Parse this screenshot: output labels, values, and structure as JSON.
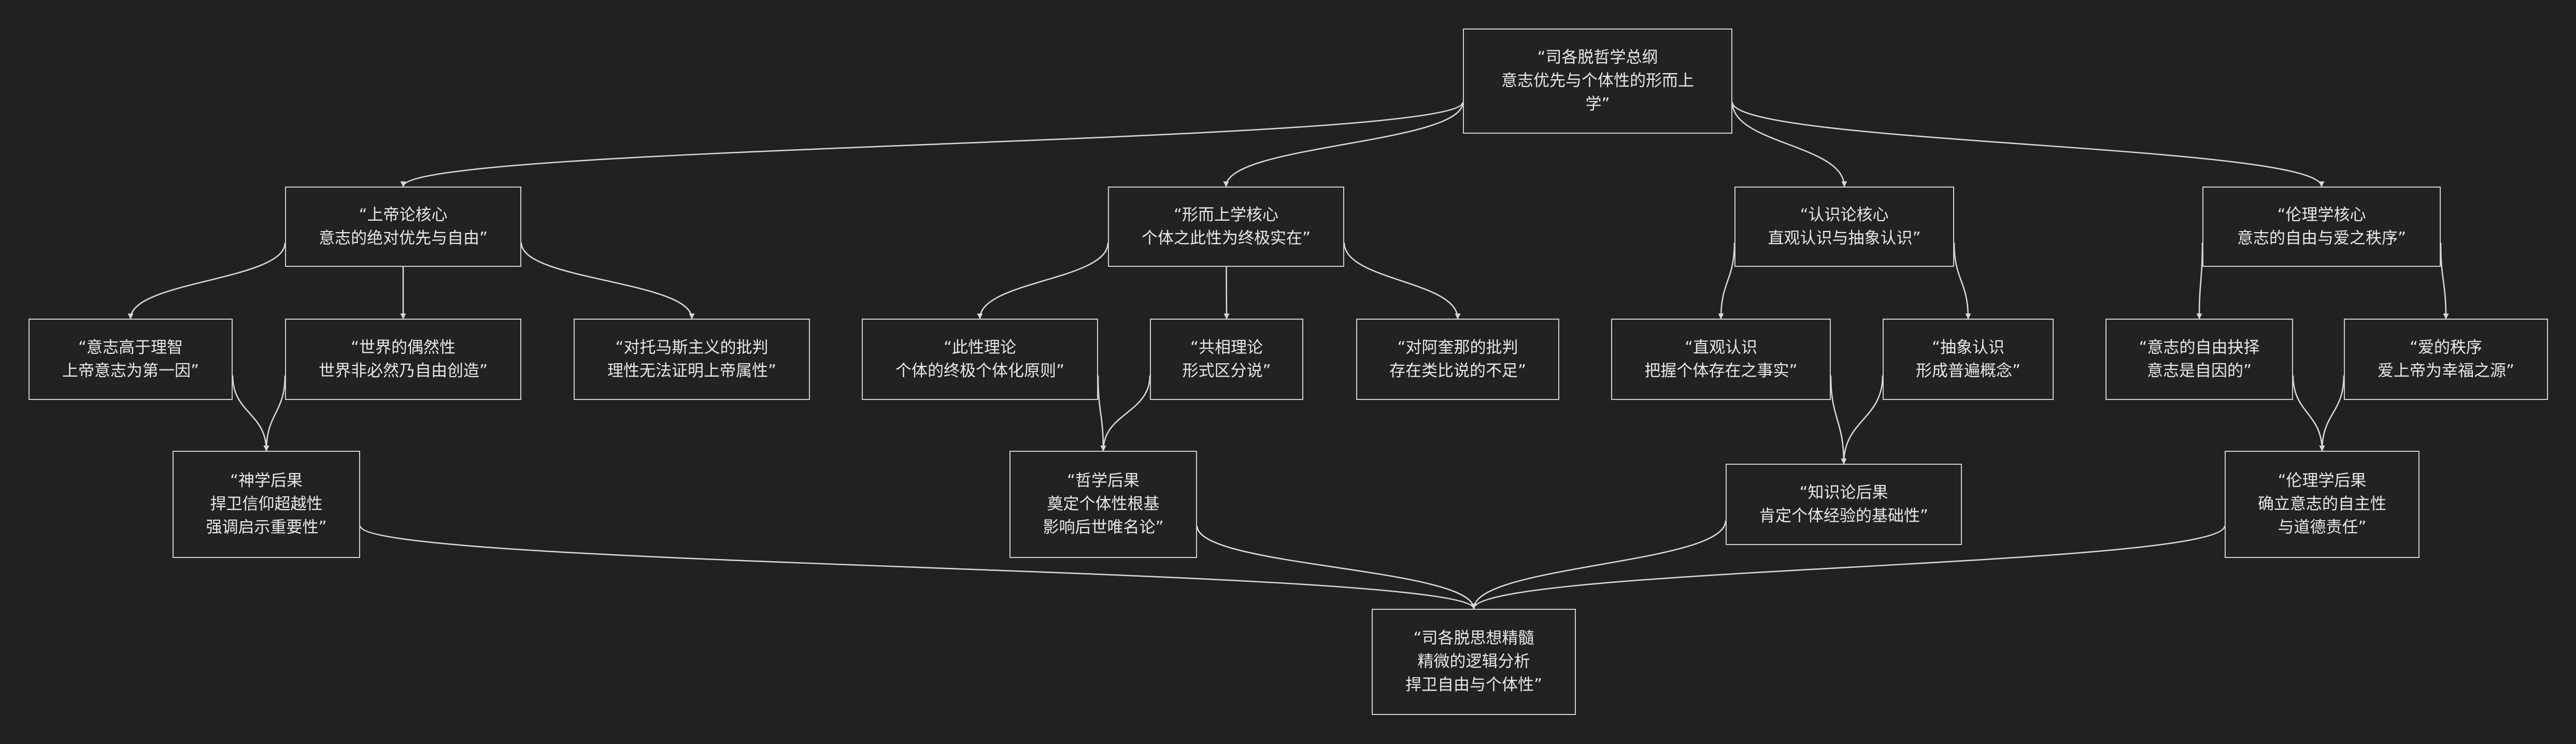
{
  "nodes": {
    "root": {
      "lines": [
        "“司各脱哲学总纲",
        "意志优先与个体性的形而上",
        "学”"
      ]
    },
    "theology_core": {
      "lines": [
        "“上帝论核心",
        "意志的绝对优先与自由”"
      ]
    },
    "metaphysics_core": {
      "lines": [
        "“形而上学核心",
        "个体之此性为终极实在”"
      ]
    },
    "epistemology_core": {
      "lines": [
        "“认识论核心",
        "直观认识与抽象认识”"
      ]
    },
    "ethics_core": {
      "lines": [
        "“伦理学核心",
        "意志的自由与爱之秩序”"
      ]
    },
    "will_over_intellect": {
      "lines": [
        "“意志高于理智",
        "上帝意志为第一因”"
      ]
    },
    "contingency_of_world": {
      "lines": [
        "“世界的偶然性",
        "世界非必然乃自由创造”"
      ]
    },
    "critique_thomism": {
      "lines": [
        "“对托马斯主义的批判",
        "理性无法证明上帝属性”"
      ]
    },
    "haecceity_theory": {
      "lines": [
        "“此性理论",
        "个体的终极个体化原则”"
      ]
    },
    "common_nature": {
      "lines": [
        "“共相理论",
        "形式区分说”"
      ]
    },
    "critique_aquinas": {
      "lines": [
        "“对阿奎那的批判",
        "存在类比说的不足”"
      ]
    },
    "intuitive_cognition": {
      "lines": [
        "“直观认识",
        "把握个体存在之事实”"
      ]
    },
    "abstractive_cognition": {
      "lines": [
        "“抽象认识",
        "形成普遍概念”"
      ]
    },
    "free_choice": {
      "lines": [
        "“意志的自由抉择",
        "意志是自因的”"
      ]
    },
    "order_of_love": {
      "lines": [
        "“爱的秩序",
        "爱上帝为幸福之源”"
      ]
    },
    "theology_result": {
      "lines": [
        "“神学后果",
        "捍卫信仰超越性",
        "强调启示重要性”"
      ]
    },
    "philosophy_result": {
      "lines": [
        "“哲学后果",
        "奠定个体性根基",
        "影响后世唯名论”"
      ]
    },
    "epistemology_result": {
      "lines": [
        "“知识论后果",
        "肯定个体经验的基础性”"
      ]
    },
    "ethics_result": {
      "lines": [
        "“伦理学后果",
        "确立意志的自主性",
        "与道德责任”"
      ]
    },
    "conclusion": {
      "lines": [
        "“司各脱思想精髓",
        "精微的逻辑分析",
        "捍卫自由与个体性”"
      ]
    }
  },
  "edges": [
    [
      "root",
      "theology_core"
    ],
    [
      "root",
      "metaphysics_core"
    ],
    [
      "root",
      "epistemology_core"
    ],
    [
      "root",
      "ethics_core"
    ],
    [
      "theology_core",
      "will_over_intellect"
    ],
    [
      "theology_core",
      "contingency_of_world"
    ],
    [
      "theology_core",
      "critique_thomism"
    ],
    [
      "metaphysics_core",
      "haecceity_theory"
    ],
    [
      "metaphysics_core",
      "common_nature"
    ],
    [
      "metaphysics_core",
      "critique_aquinas"
    ],
    [
      "epistemology_core",
      "intuitive_cognition"
    ],
    [
      "epistemology_core",
      "abstractive_cognition"
    ],
    [
      "ethics_core",
      "free_choice"
    ],
    [
      "ethics_core",
      "order_of_love"
    ],
    [
      "will_over_intellect",
      "theology_result"
    ],
    [
      "contingency_of_world",
      "theology_result"
    ],
    [
      "haecceity_theory",
      "philosophy_result"
    ],
    [
      "common_nature",
      "philosophy_result"
    ],
    [
      "intuitive_cognition",
      "epistemology_result"
    ],
    [
      "abstractive_cognition",
      "epistemology_result"
    ],
    [
      "free_choice",
      "ethics_result"
    ],
    [
      "order_of_love",
      "ethics_result"
    ],
    [
      "theology_result",
      "conclusion"
    ],
    [
      "philosophy_result",
      "conclusion"
    ],
    [
      "epistemology_result",
      "conclusion"
    ],
    [
      "ethics_result",
      "conclusion"
    ]
  ]
}
